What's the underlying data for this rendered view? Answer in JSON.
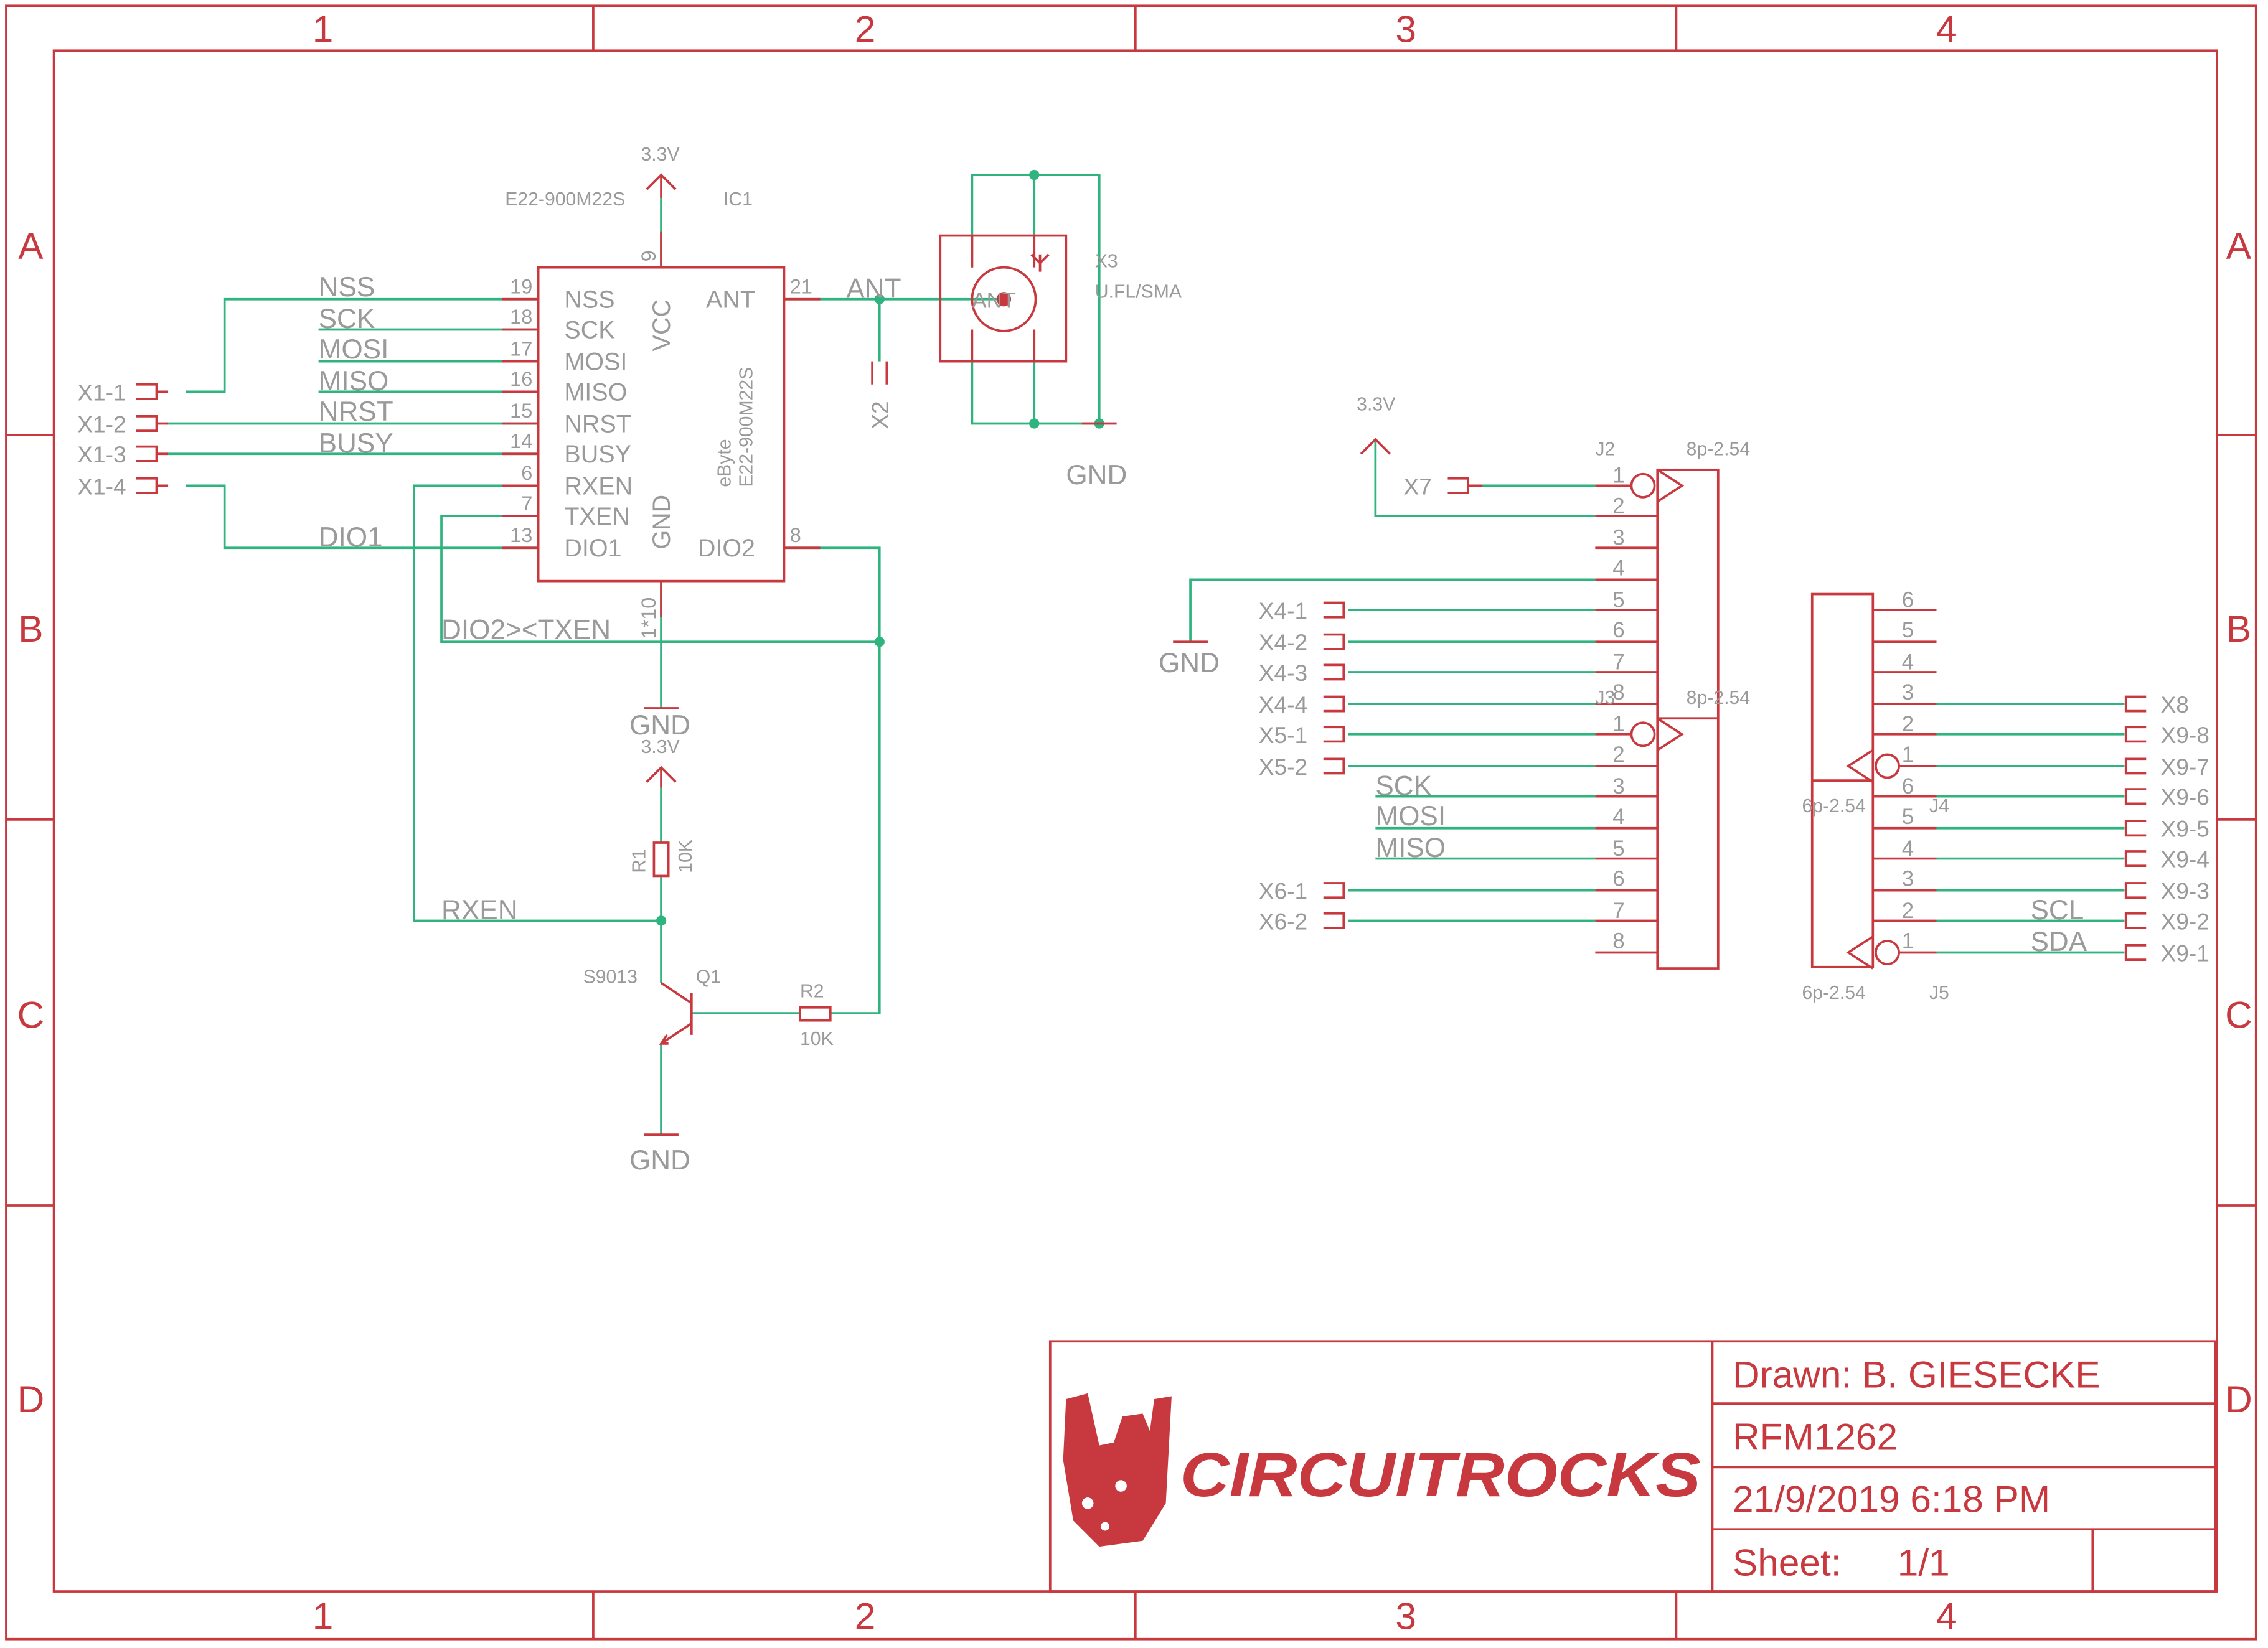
{
  "colors": {
    "frame": "#c8393f",
    "wire": "#2fb37f",
    "text": "#9a9a9a"
  },
  "frame": {
    "columns": [
      "1",
      "2",
      "3",
      "4"
    ],
    "rows": [
      "A",
      "B",
      "C",
      "D"
    ]
  },
  "ic1": {
    "ref": "IC1",
    "value": "E22-900M22S",
    "brand": "eByte",
    "body_label": "E22-900M22S",
    "power_label": "3.3V",
    "gnd_label": "GND",
    "gnd_pins": "1*10",
    "left_pins": [
      {
        "num": "19",
        "name": "NSS"
      },
      {
        "num": "18",
        "name": "SCK"
      },
      {
        "num": "17",
        "name": "MOSI"
      },
      {
        "num": "16",
        "name": "MISO"
      },
      {
        "num": "15",
        "name": "NRST"
      },
      {
        "num": "14",
        "name": "BUSY"
      },
      {
        "num": "6",
        "name": "RXEN"
      },
      {
        "num": "7",
        "name": "TXEN"
      },
      {
        "num": "13",
        "name": "DIO1"
      }
    ],
    "top_pin": {
      "num": "9",
      "name": "VCC"
    },
    "bottom_pin": {
      "name": "GND"
    },
    "right_pins": [
      {
        "num": "21",
        "name": "ANT"
      },
      {
        "num": "8",
        "name": "DIO2"
      }
    ]
  },
  "left_nets": {
    "connectors": [
      "X1-1",
      "X1-2",
      "X1-3",
      "X1-4"
    ],
    "names": [
      "NSS",
      "SCK",
      "MOSI",
      "MISO",
      "NRST",
      "BUSY",
      "DIO1"
    ]
  },
  "antenna": {
    "ref": "X3",
    "value": "U.FL/SMA",
    "net": "ANT",
    "pad": "X2",
    "inner_label": "ANT",
    "gnd_label": "GND"
  },
  "nets": {
    "dio2_txen": "DIO2><TXEN",
    "rxen": "RXEN"
  },
  "transistor": {
    "power_label": "3.3V",
    "r1_ref": "R1",
    "r1_value": "10K",
    "q_ref": "Q1",
    "q_value": "S9013",
    "r2_ref": "R2",
    "r2_value": "10K",
    "gnd_label": "GND"
  },
  "j2": {
    "ref": "J2",
    "value": "8p-2.54",
    "power_label": "3.3V",
    "pwr_pad": "X7",
    "gnd_label": "GND",
    "pins": [
      "1",
      "2",
      "3",
      "4",
      "5",
      "6",
      "7",
      "8"
    ],
    "pads": [
      "X4-1",
      "X4-2",
      "X4-3",
      "X4-4"
    ]
  },
  "j3": {
    "ref": "J3",
    "value": "8p-2.54",
    "pins": [
      "1",
      "2",
      "3",
      "4",
      "5",
      "6",
      "7",
      "8"
    ],
    "pads_top": [
      "X5-1",
      "X5-2"
    ],
    "nets": [
      "SCK",
      "MOSI",
      "MISO"
    ],
    "pads_bottom": [
      "X6-1",
      "X6-2"
    ]
  },
  "j4": {
    "ref": "J4",
    "value": "6p-2.54",
    "pins": [
      "6",
      "5",
      "4",
      "3",
      "2",
      "1"
    ],
    "pads": [
      "X8",
      "X9-8",
      "X9-7"
    ]
  },
  "j5": {
    "ref": "J5",
    "value": "6p-2.54",
    "pins": [
      "6",
      "5",
      "4",
      "3",
      "2",
      "1"
    ],
    "pads": [
      "X9-6",
      "X9-5",
      "X9-4",
      "X9-3",
      "X9-2",
      "X9-1"
    ],
    "nets": [
      "SCL",
      "SDA"
    ]
  },
  "title_block": {
    "logo_text": "CIRCUITROCKS",
    "drawn": "Drawn: B. GIESECKE",
    "title": "RFM1262",
    "date": "21/9/2019 6:18 PM",
    "sheet_label": "Sheet:",
    "sheet_value": "1/1"
  }
}
